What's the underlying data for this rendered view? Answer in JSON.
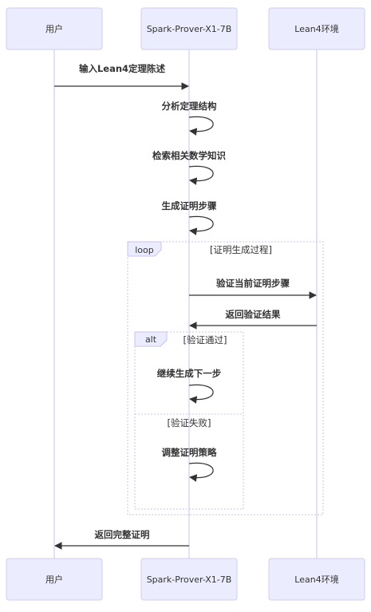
{
  "participants": [
    {
      "id": "user",
      "label": "用户"
    },
    {
      "id": "prover",
      "label": "Spark-Prover-X1-7B"
    },
    {
      "id": "lean",
      "label": "Lean4环境"
    }
  ],
  "messages": [
    {
      "from": "user",
      "to": "prover",
      "label": "输入Lean4定理陈述"
    },
    {
      "from": "prover",
      "to": "prover",
      "label": "分析定理结构"
    },
    {
      "from": "prover",
      "to": "prover",
      "label": "检索相关数学知识"
    },
    {
      "from": "prover",
      "to": "prover",
      "label": "生成证明步骤"
    },
    {
      "from": "prover",
      "to": "lean",
      "label": "验证当前证明步骤"
    },
    {
      "from": "lean",
      "to": "prover",
      "label": "返回验证结果"
    },
    {
      "from": "prover",
      "to": "prover",
      "label": "继续生成下一步"
    },
    {
      "from": "prover",
      "to": "prover",
      "label": "调整证明策略"
    },
    {
      "from": "prover",
      "to": "user",
      "label": "返回完整证明"
    }
  ],
  "fragments": {
    "loop": {
      "keyword": "loop",
      "condition": "[证明生成过程]"
    },
    "alt": {
      "keyword": "alt",
      "condition": "[验证通过]",
      "else_condition": "[验证失败]"
    }
  },
  "colors": {
    "actor_fill": "#ececff",
    "actor_stroke": "#cfcdf0",
    "lifeline": "#c8c6e6",
    "arrow": "#333333",
    "text": "#333333"
  }
}
